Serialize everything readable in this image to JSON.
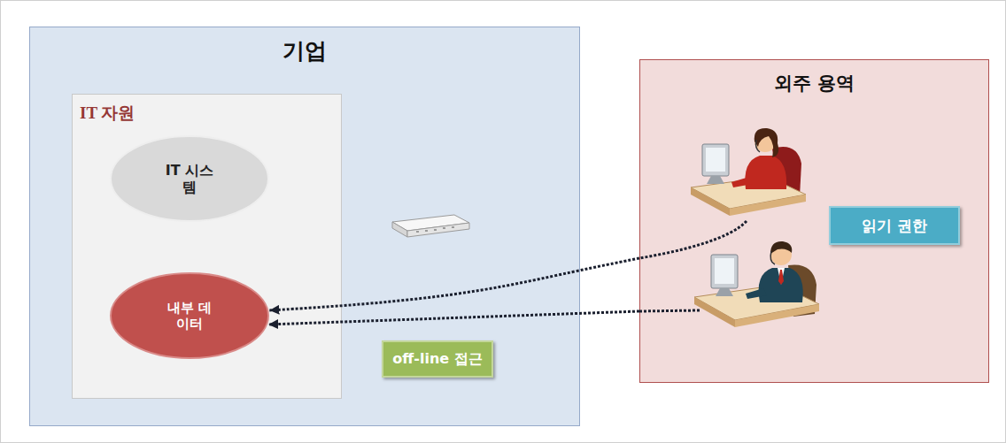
{
  "diagram": {
    "nodes": [
      {
        "text": [
          "기업"
        ]
      },
      {
        "text": [
          "IT 자원"
        ],
        "in": 0
      },
      {
        "text": [
          "IT 시스템"
        ],
        "in": 1
      },
      {
        "text": [
          "내부 데이터"
        ],
        "in": 1
      },
      {
        "text": [
          "off-line 접근"
        ],
        "in": 0
      },
      {
        "text": [
          "외주 용역"
        ]
      },
      {
        "text": [
          "읽기 권한"
        ],
        "in": 5
      }
    ],
    "edges": [
      {
        "from": 5,
        "to": 3,
        "arrow": "to"
      },
      {
        "from": 5,
        "to": 3,
        "arrow": "to"
      }
    ]
  }
}
